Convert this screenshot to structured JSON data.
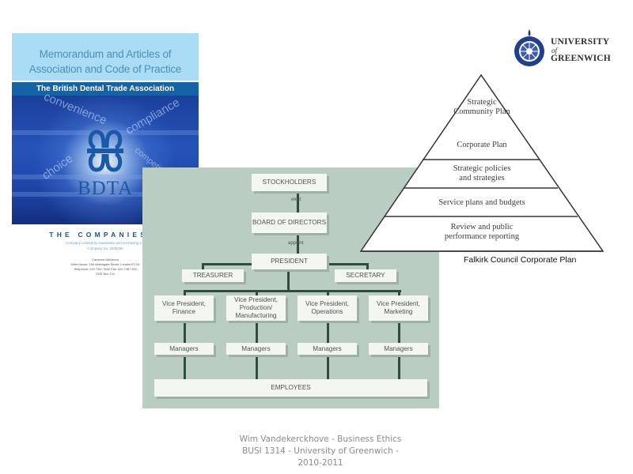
{
  "bdta_cover": {
    "title_line1": "Memorandum and Articles of",
    "title_line2": "Association and Code of Practice",
    "band": "The British Dental Trade Association",
    "watermark_words": [
      "convenience",
      "compliance",
      "choice",
      "competition"
    ],
    "logo_text": "BDTA",
    "companies": "THE COMPANIES A",
    "company_type": "Company Limited by Guarantee and not having a S",
    "company_no": "Company No. 3468259",
    "contact_name": "Cameron McKenna",
    "address": "Mitre House, 160 Aldersgate Street, London EC1A",
    "telephone": "Telephone: 020 7367 3000 Fax: 020 7367 200",
    "cde_box": "CDE Box 724"
  },
  "org_chart": {
    "stockholders": "STOCKHOLDERS",
    "elect": "elect",
    "board": "BOARD OF DIRECTORS",
    "appoint": "appoint",
    "president": "PRESIDENT",
    "treasurer": "TREASURER",
    "secretary": "SECRETARY",
    "vice_presidents": [
      "Vice President, Finance",
      "Vice President, Production/ Manufacturing",
      "Vice President, Operations",
      "Vice President, Marketing"
    ],
    "managers": [
      "Managers",
      "Managers",
      "Managers",
      "Managers"
    ],
    "employees": "EMPLOYEES"
  },
  "pyramid": {
    "levels": [
      "Strategic Community Plan",
      "Corporate Plan",
      "Strategic policies and strategies",
      "Service plans and budgets",
      "Review and public performance reporting"
    ],
    "caption": "Falkirk Council Corporate Plan"
  },
  "university_logo": {
    "line1": "UNIVERSITY",
    "line2": "of",
    "line3": "GREENWICH",
    "color": "#1f3f8f"
  },
  "footer": {
    "line1": "Wim Vandekerckhove - Business Ethics",
    "line2": "BUSI 1314 - University of Greenwich -",
    "line3": "2010-2011"
  }
}
